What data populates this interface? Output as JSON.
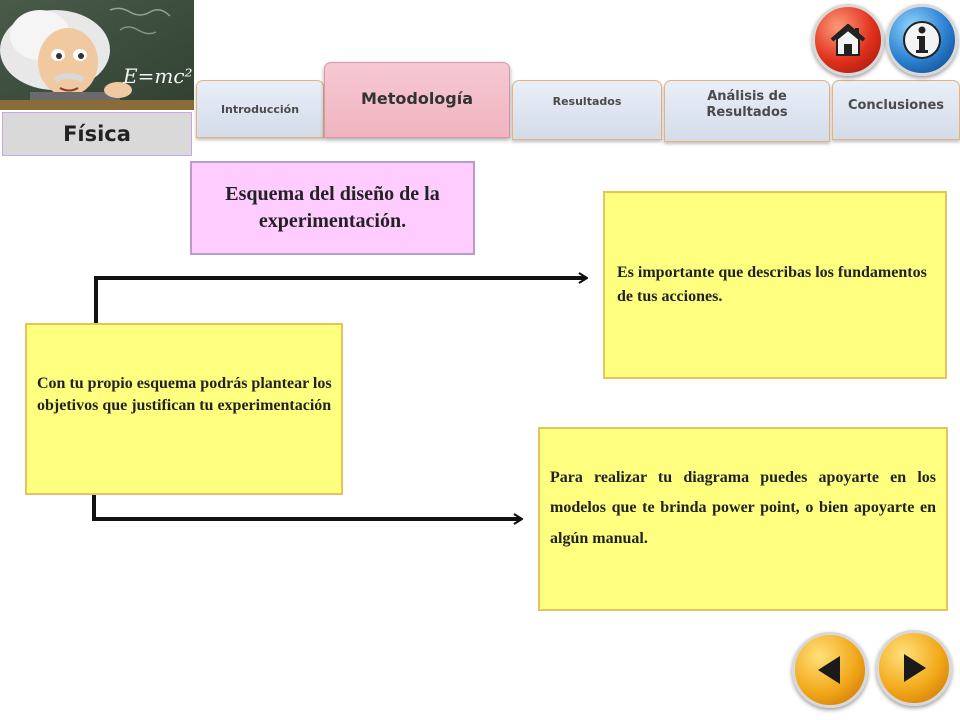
{
  "header": {
    "subject": "Física",
    "image_caption": "E=mc²"
  },
  "tabs": [
    {
      "label": "Introducción",
      "active": false
    },
    {
      "label": "Metodología",
      "active": true
    },
    {
      "label": "Resultados",
      "active": false
    },
    {
      "label": "Análisis de Resultados",
      "active": false
    },
    {
      "label": "Conclusiones",
      "active": false
    }
  ],
  "content": {
    "title": "Esquema del diseño de la experimentación.",
    "left_box": "Con tu  propio  esquema podrás plantear los objetivos que justifican tu experimentación",
    "top_right_box": "Es importante que  describas los fundamentos de tus acciones.",
    "bottom_right_box": "Para  realizar  tu  diagrama  puedes apoyarte   en los modelos que te brinda power point, o bien   apoyarte en algún manual."
  },
  "icons": {
    "home": "home-icon",
    "info": "info-icon",
    "prev": "arrow-left-icon",
    "next": "arrow-right-icon"
  },
  "colors": {
    "title_bg": "#ffccff",
    "box_bg": "#ffff7f",
    "active_tab": "#f6c9d2",
    "tab": "#e9eff8"
  }
}
